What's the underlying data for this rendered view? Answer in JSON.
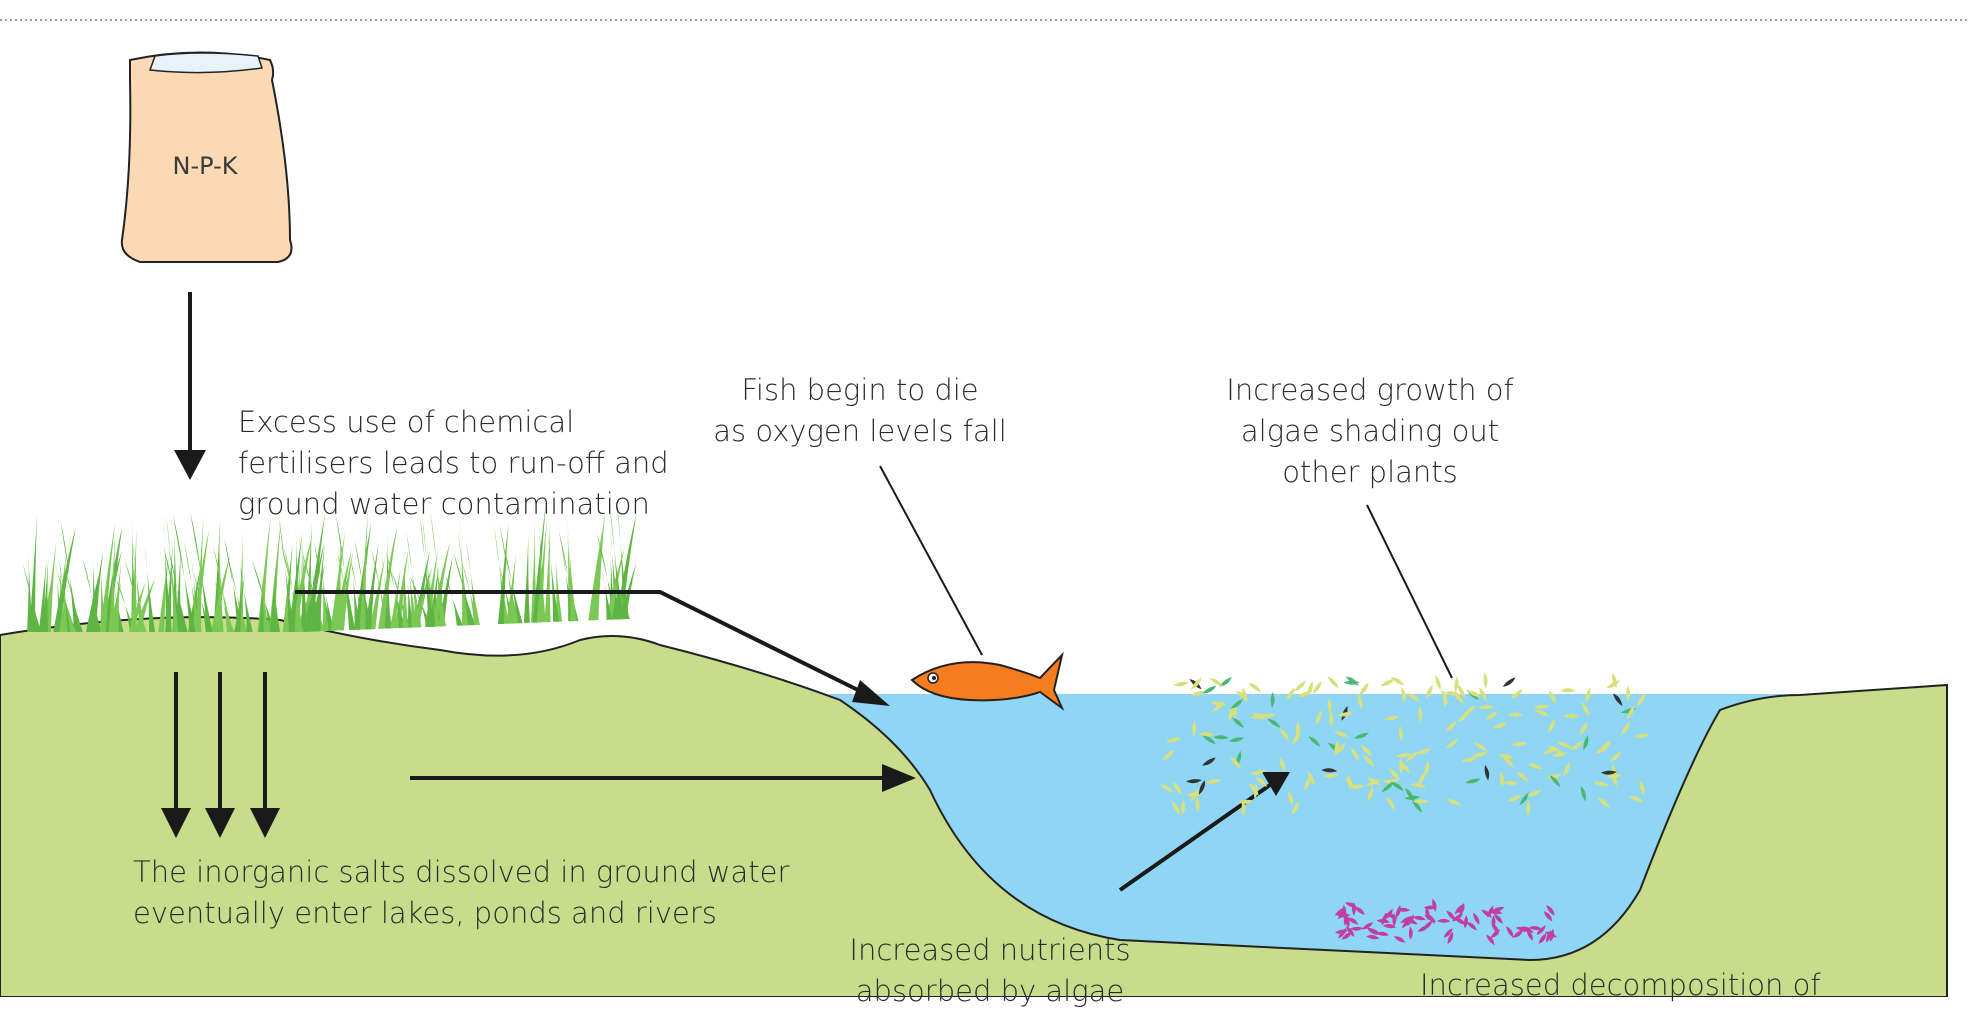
{
  "diagram": {
    "bag_label": "N-P-K",
    "labels": {
      "runoff": [
        "Excess use of chemical",
        "fertilisers leads to run-off and",
        "ground water contamination"
      ],
      "fish": [
        "Fish begin to die",
        "as oxygen levels fall"
      ],
      "algae": [
        "Increased growth of",
        "algae shading out",
        "other plants"
      ],
      "salts": [
        "The inorganic salts dissolved in ground water",
        "eventually enter lakes, ponds and rivers"
      ],
      "nutrients": [
        "Increased nutrients",
        "absorbed by algae"
      ],
      "decomposition": [
        "Increased decomposition of"
      ]
    },
    "colors": {
      "land": "#c7dd8b",
      "water": "#8fd6f4",
      "bag": "#fcd9b5",
      "grass": "#5fb544",
      "fish": "#f57c1f",
      "algae_yellow": "#d9df7a",
      "algae_green": "#4ab870",
      "decomposer": "#c13ea4",
      "arrow": "#1a1a1a"
    }
  }
}
